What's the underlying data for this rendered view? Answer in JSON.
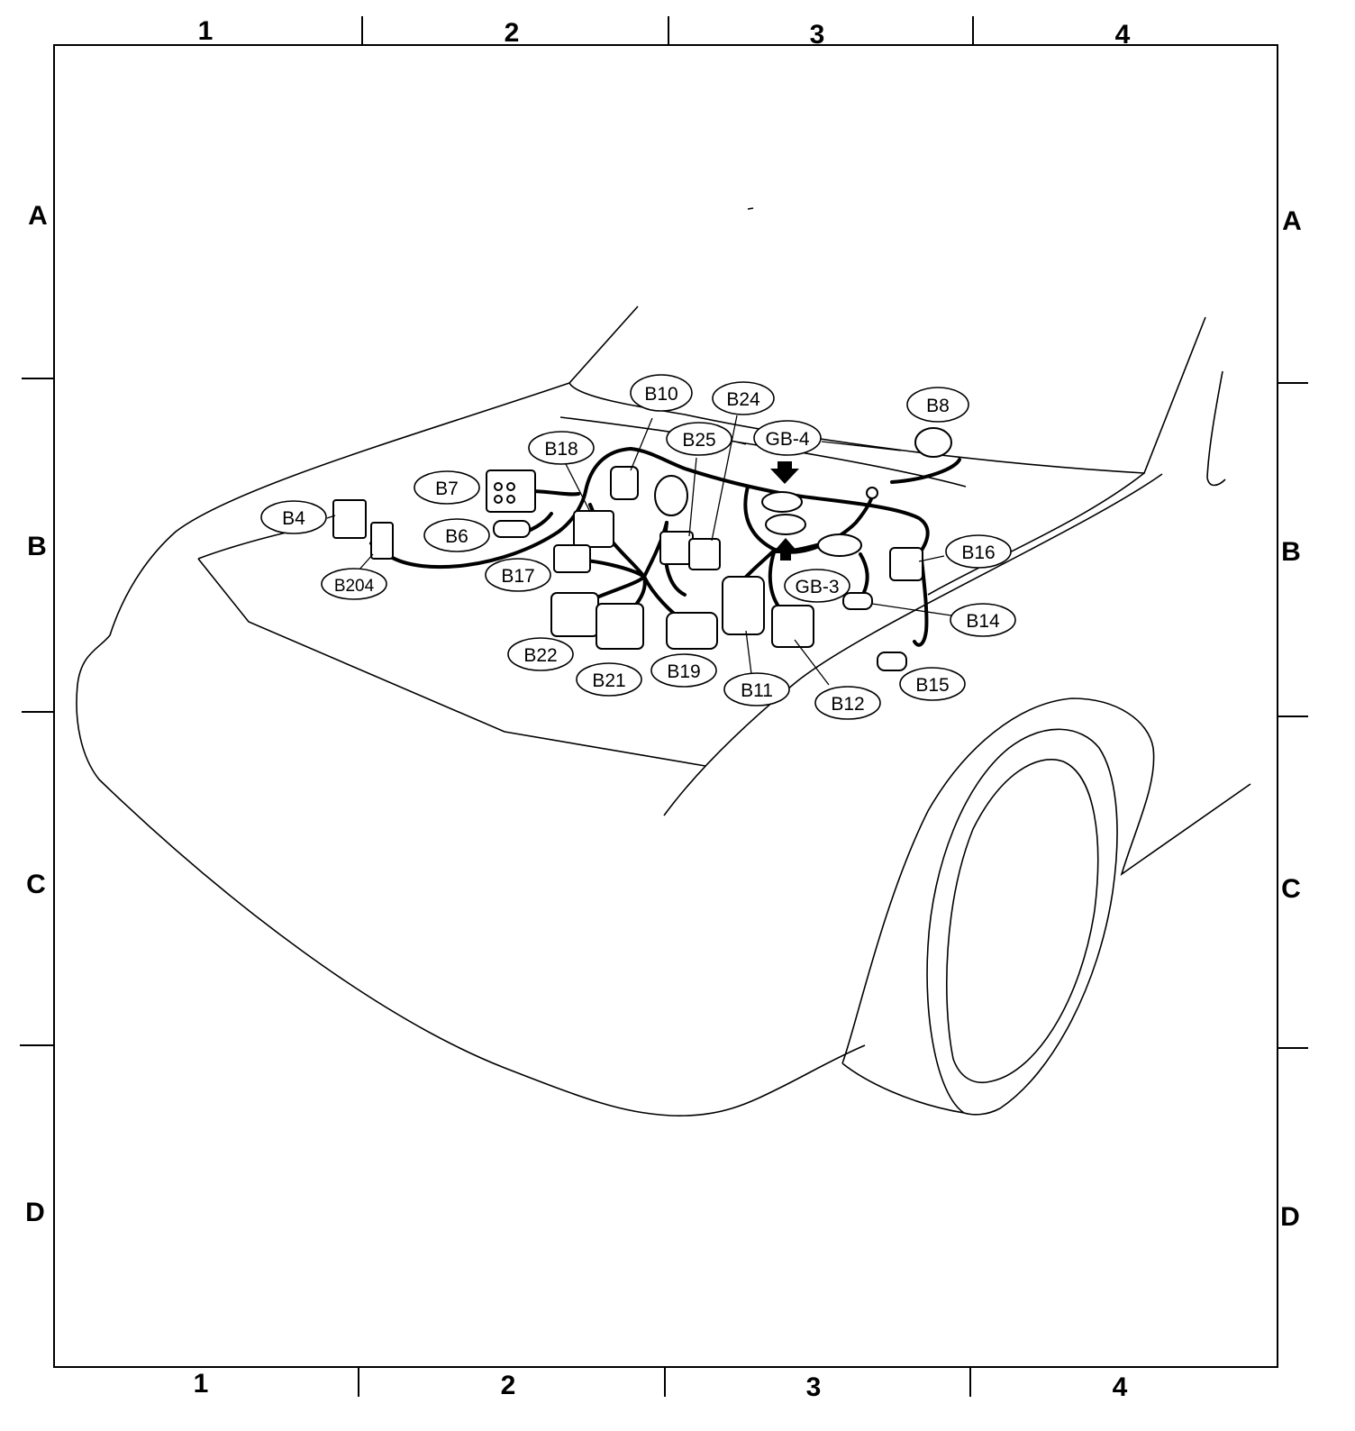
{
  "grid": {
    "columns": [
      "1",
      "2",
      "3",
      "4"
    ],
    "rows": [
      "A",
      "B",
      "C",
      "D"
    ]
  },
  "callouts": [
    {
      "id": "b4",
      "text": "B4"
    },
    {
      "id": "b204",
      "text": "B204"
    },
    {
      "id": "b7",
      "text": "B7"
    },
    {
      "id": "b6",
      "text": "B6"
    },
    {
      "id": "b18",
      "text": "B18"
    },
    {
      "id": "b17",
      "text": "B17"
    },
    {
      "id": "b10",
      "text": "B10"
    },
    {
      "id": "b25",
      "text": "B25"
    },
    {
      "id": "b24",
      "text": "B24"
    },
    {
      "id": "gb4",
      "text": "GB-4"
    },
    {
      "id": "gb3",
      "text": "GB-3"
    },
    {
      "id": "b8",
      "text": "B8"
    },
    {
      "id": "b16",
      "text": "B16"
    },
    {
      "id": "b14",
      "text": "B14"
    },
    {
      "id": "b15",
      "text": "B15"
    },
    {
      "id": "b22",
      "text": "B22"
    },
    {
      "id": "b21",
      "text": "B21"
    },
    {
      "id": "b19",
      "text": "B19"
    },
    {
      "id": "b11",
      "text": "B11"
    },
    {
      "id": "b12",
      "text": "B12"
    }
  ]
}
